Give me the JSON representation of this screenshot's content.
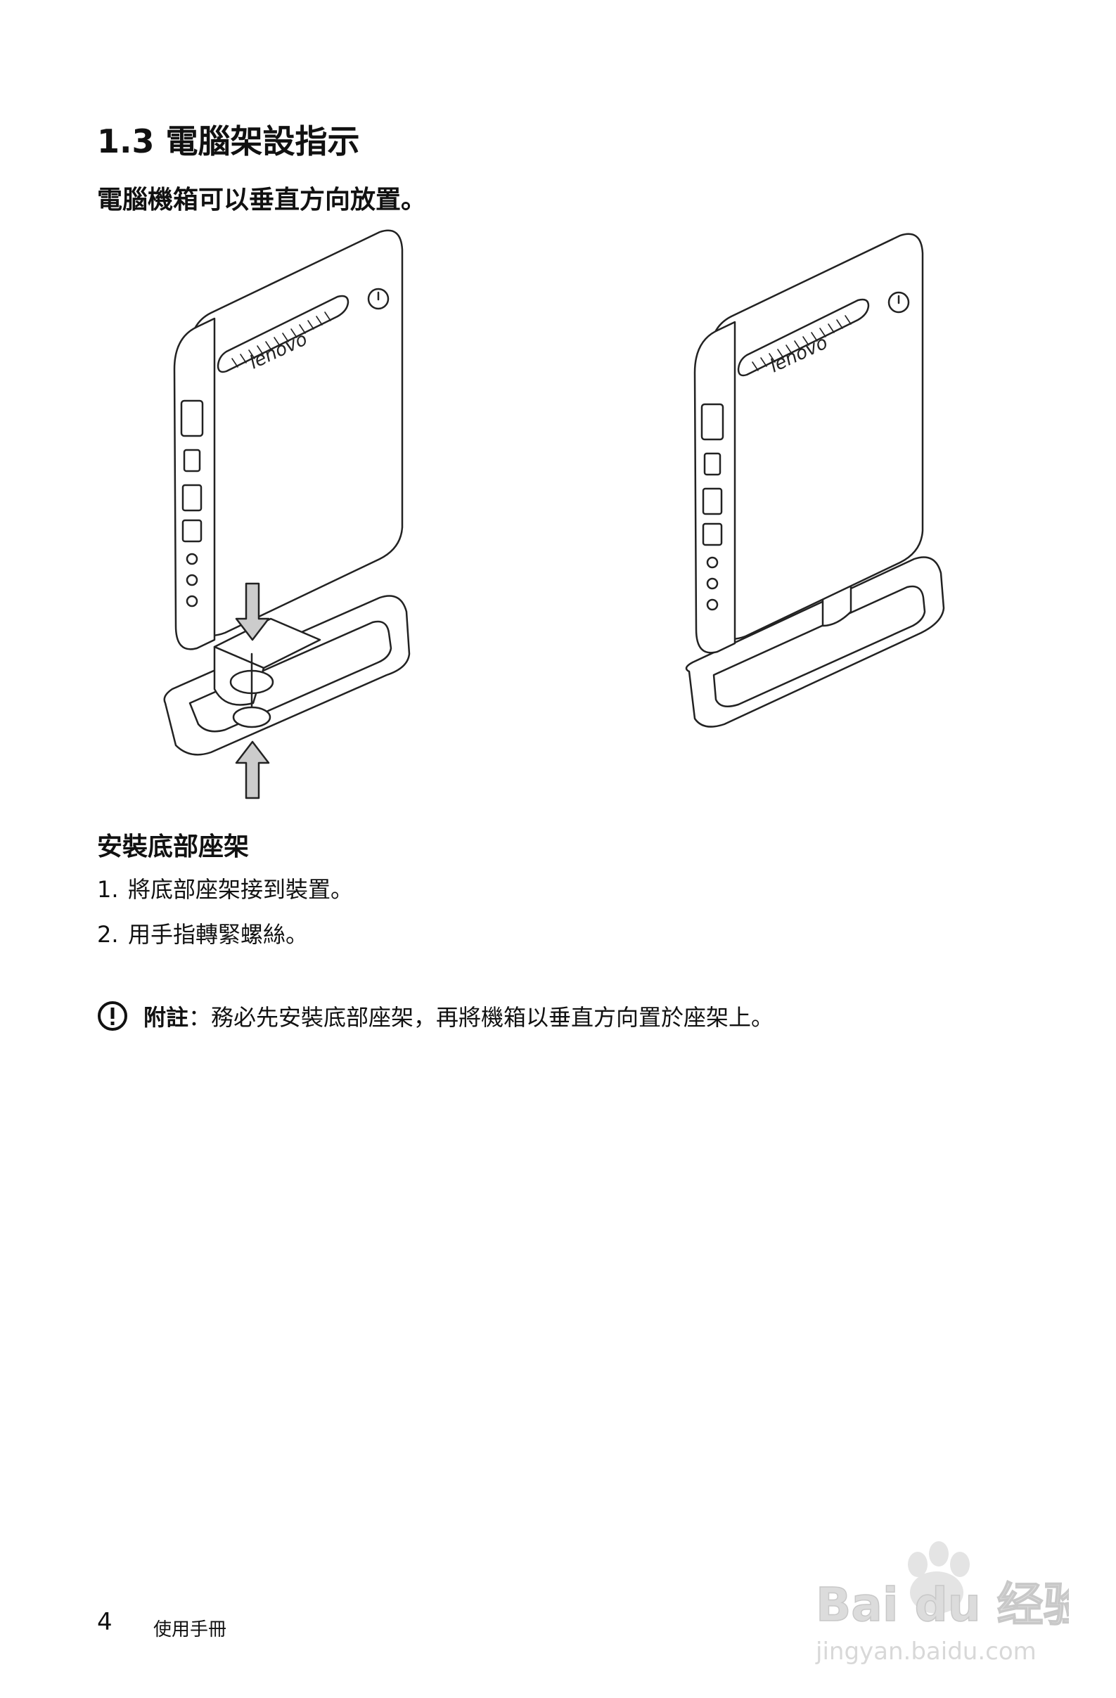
{
  "section": {
    "heading": "1.3 電腦架設指示",
    "intro": "電腦機箱可以垂直方向放置。"
  },
  "figure": {
    "left_device": {
      "brand_label": "lenovo"
    },
    "right_device": {
      "brand_label": "lenovo"
    }
  },
  "install": {
    "subheading": "安裝底部座架",
    "steps": [
      {
        "number": "1.",
        "text": "將底部座架接到裝置。"
      },
      {
        "number": "2.",
        "text": "用手指轉緊螺絲。"
      }
    ]
  },
  "note": {
    "icon": "exclamation-circle-icon",
    "label": "附註",
    "separator": "：",
    "text": "務必先安裝底部座架，再將機箱以垂直方向置於座架上。"
  },
  "footer": {
    "page_number": "4",
    "manual_title": "使用手冊"
  },
  "watermark": {
    "logo_text": "Bai du 经验",
    "url": "jingyan.baidu.com"
  }
}
